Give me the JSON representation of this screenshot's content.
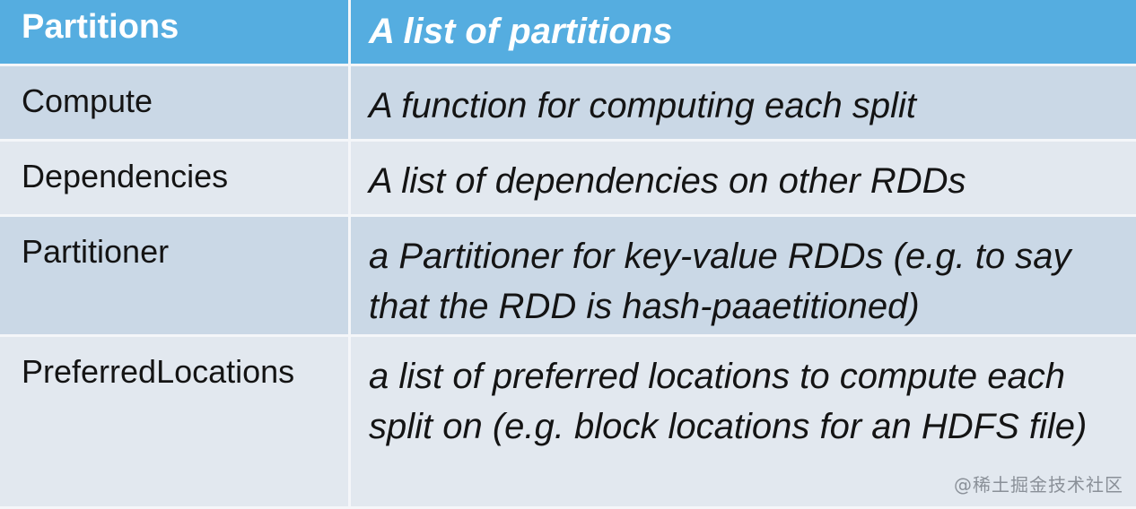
{
  "table": {
    "header": {
      "term": "Partitions",
      "description": "A list of partitions"
    },
    "rows": [
      {
        "term": "Compute",
        "description": "A function for computing each split"
      },
      {
        "term": "Dependencies",
        "description": "A list of dependencies on other RDDs"
      },
      {
        "term": "Partitioner",
        "description": "a Partitioner for key-value RDDs (e.g. to say that the RDD is hash-paaetitioned)"
      },
      {
        "term": "PreferredLocations",
        "description": "a list of preferred locations to compute each split on (e.g. block locations for an HDFS file)"
      }
    ]
  },
  "watermark": "@稀土掘金技术社区",
  "colors": {
    "header_bg": "#55ade0",
    "row_dark": "#cad8e6",
    "row_light": "#e2e8ef",
    "border": "#f4f6f9"
  }
}
